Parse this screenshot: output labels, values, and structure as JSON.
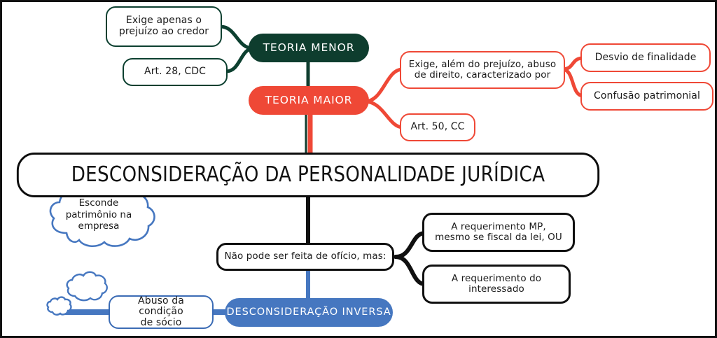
{
  "diagram": {
    "type": "mind-map",
    "title": "DESCONSIDERAÇÃO DA PERSONALIDADE JURÍDICA",
    "language": "pt-BR",
    "colors": {
      "green": "#0e3d2e",
      "red": "#ef4836",
      "blue": "#4677c0",
      "black": "#101010",
      "background": "#ffffff"
    }
  },
  "center": {
    "label": "DESCONSIDERAÇÃO DA PERSONALIDADE JURÍDICA"
  },
  "branches": {
    "teoria_menor": {
      "label": "TEORIA MENOR",
      "color": "#0e3d2e",
      "children": [
        {
          "label": "Exige apenas o\nprejuízo ao credor"
        },
        {
          "label": "Art. 28, CDC"
        }
      ]
    },
    "teoria_maior": {
      "label": "TEORIA MAIOR",
      "color": "#ef4836",
      "children": [
        {
          "label": "Exige, além do prejuízo, abuso\nde direito, caracterizado por",
          "children": [
            {
              "label": "Desvio de finalidade"
            },
            {
              "label": "Confusão patrimonial"
            }
          ]
        },
        {
          "label": "Art. 50, CC"
        }
      ]
    },
    "oficio": {
      "label": "Não pode ser feita de ofício, mas:",
      "color": "#101010",
      "children": [
        {
          "label": "A requerimento MP,\nmesmo se fiscal da lei, OU"
        },
        {
          "label": "A requerimento do\ninteressado"
        }
      ]
    },
    "desconsideracao_inversa": {
      "label": "DESCONSIDERAÇÃO INVERSA",
      "color": "#4677c0",
      "children": [
        {
          "label": "Abuso da condição\nde sócio"
        }
      ],
      "cloud": {
        "label": "Esconde\npatrimônio na\nempresa"
      }
    }
  }
}
